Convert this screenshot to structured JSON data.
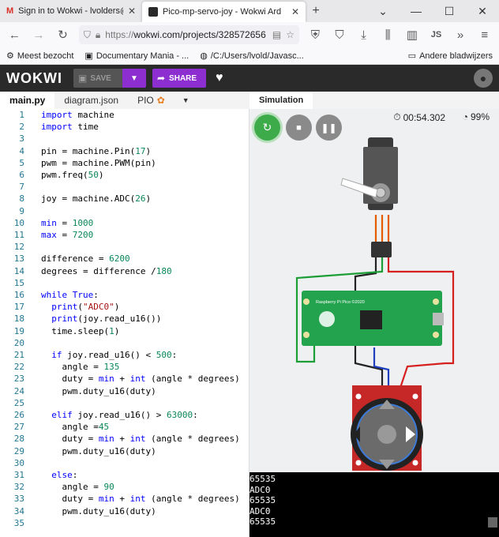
{
  "browser": {
    "tabs": [
      {
        "title": "Sign in to Wokwi - lvolders@gm",
        "icon": "gmail-icon",
        "active": false
      },
      {
        "title": "Pico-mp-servo-joy - Wokwi Ard",
        "icon": "wokwi-icon",
        "active": true
      }
    ],
    "url_prefix": "https://",
    "url": "wokwi.com/projects/328572656",
    "profile_label": "JS",
    "bookmarks": [
      {
        "label": "Meest bezocht",
        "icon": "gear-icon"
      },
      {
        "label": "Documentary Mania - ...",
        "icon": "page-icon"
      },
      {
        "label": "/C:/Users/lvold/Javasc...",
        "icon": "globe-icon"
      }
    ],
    "bookmarks_other": "Andere bladwijzers"
  },
  "app": {
    "logo": "WOKWI",
    "save_label": "SAVE",
    "share_label": "SHARE"
  },
  "editor": {
    "tabs": [
      {
        "label": "main.py",
        "active": true
      },
      {
        "label": "diagram.json",
        "active": false
      },
      {
        "label": "PIO",
        "active": false
      }
    ],
    "lines": [
      [
        {
          "t": "import",
          "c": "kw"
        },
        {
          "t": " machine",
          "c": ""
        }
      ],
      [
        {
          "t": "import",
          "c": "kw"
        },
        {
          "t": " time",
          "c": ""
        }
      ],
      [],
      [
        {
          "t": "pin = machine.Pin(",
          "c": ""
        },
        {
          "t": "17",
          "c": "num"
        },
        {
          "t": ")",
          "c": ""
        }
      ],
      [
        {
          "t": "pwm = machine.PWM(pin)",
          "c": ""
        }
      ],
      [
        {
          "t": "pwm.freq(",
          "c": ""
        },
        {
          "t": "50",
          "c": "num"
        },
        {
          "t": ")",
          "c": ""
        }
      ],
      [],
      [
        {
          "t": "joy = machine.ADC(",
          "c": ""
        },
        {
          "t": "26",
          "c": "num"
        },
        {
          "t": ")",
          "c": ""
        }
      ],
      [],
      [
        {
          "t": "min",
          "c": "kw"
        },
        {
          "t": " = ",
          "c": ""
        },
        {
          "t": "1000",
          "c": "num"
        }
      ],
      [
        {
          "t": "max",
          "c": "kw"
        },
        {
          "t": " = ",
          "c": ""
        },
        {
          "t": "7200",
          "c": "num"
        }
      ],
      [],
      [
        {
          "t": "difference = ",
          "c": ""
        },
        {
          "t": "6200",
          "c": "num"
        }
      ],
      [
        {
          "t": "degrees = difference /",
          "c": ""
        },
        {
          "t": "180",
          "c": "num"
        }
      ],
      [],
      [
        {
          "t": "while",
          "c": "kw"
        },
        {
          "t": " ",
          "c": ""
        },
        {
          "t": "True",
          "c": "kw"
        },
        {
          "t": ":",
          "c": ""
        }
      ],
      [
        {
          "t": "  ",
          "c": ""
        },
        {
          "t": "print",
          "c": "kw"
        },
        {
          "t": "(",
          "c": ""
        },
        {
          "t": "\"ADC0\"",
          "c": "str"
        },
        {
          "t": ")",
          "c": ""
        }
      ],
      [
        {
          "t": "  ",
          "c": ""
        },
        {
          "t": "print",
          "c": "kw"
        },
        {
          "t": "(joy.read_u16())",
          "c": ""
        }
      ],
      [
        {
          "t": "  time.sleep(",
          "c": ""
        },
        {
          "t": "1",
          "c": "num"
        },
        {
          "t": ")",
          "c": ""
        }
      ],
      [],
      [
        {
          "t": "  ",
          "c": ""
        },
        {
          "t": "if",
          "c": "kw"
        },
        {
          "t": " joy.read_u16() < ",
          "c": ""
        },
        {
          "t": "500",
          "c": "num"
        },
        {
          "t": ":",
          "c": ""
        }
      ],
      [
        {
          "t": "    angle = ",
          "c": ""
        },
        {
          "t": "135",
          "c": "num"
        }
      ],
      [
        {
          "t": "    duty = ",
          "c": ""
        },
        {
          "t": "min",
          "c": "kw"
        },
        {
          "t": " + ",
          "c": ""
        },
        {
          "t": "int",
          "c": "kw"
        },
        {
          "t": " (angle * degrees)",
          "c": ""
        }
      ],
      [
        {
          "t": "    pwm.duty_u16(duty)",
          "c": ""
        }
      ],
      [],
      [
        {
          "t": "  ",
          "c": ""
        },
        {
          "t": "elif",
          "c": "kw"
        },
        {
          "t": " joy.read_u16() > ",
          "c": ""
        },
        {
          "t": "63000",
          "c": "num"
        },
        {
          "t": ":",
          "c": ""
        }
      ],
      [
        {
          "t": "    angle =",
          "c": ""
        },
        {
          "t": "45",
          "c": "num"
        }
      ],
      [
        {
          "t": "    duty = ",
          "c": ""
        },
        {
          "t": "min",
          "c": "kw"
        },
        {
          "t": " + ",
          "c": ""
        },
        {
          "t": "int",
          "c": "kw"
        },
        {
          "t": " (angle * degrees)",
          "c": ""
        }
      ],
      [
        {
          "t": "    pwm.duty_u16(duty)",
          "c": ""
        }
      ],
      [],
      [
        {
          "t": "  ",
          "c": ""
        },
        {
          "t": "else",
          "c": "kw"
        },
        {
          "t": ":",
          "c": ""
        }
      ],
      [
        {
          "t": "    angle = ",
          "c": ""
        },
        {
          "t": "90",
          "c": "num"
        }
      ],
      [
        {
          "t": "    duty = ",
          "c": ""
        },
        {
          "t": "min",
          "c": "kw"
        },
        {
          "t": " + ",
          "c": ""
        },
        {
          "t": "int",
          "c": "kw"
        },
        {
          "t": " (angle * degrees)",
          "c": ""
        }
      ],
      [
        {
          "t": "    pwm.duty_u16(duty)",
          "c": ""
        }
      ],
      []
    ]
  },
  "simulation": {
    "tab_label": "Simulation",
    "timer": "00:54.302",
    "speed": "99%",
    "pico_label": "Raspberry Pi Pico ©2020"
  },
  "serial": [
    "65535",
    "ADC0",
    "65535",
    "ADC0",
    "65535"
  ],
  "colors": {
    "accent": "#8c2ed0",
    "restart": "#3dab4a",
    "control_gray": "#8a8a8a",
    "board_green": "#24a34f",
    "joystick_red": "#c62828"
  }
}
